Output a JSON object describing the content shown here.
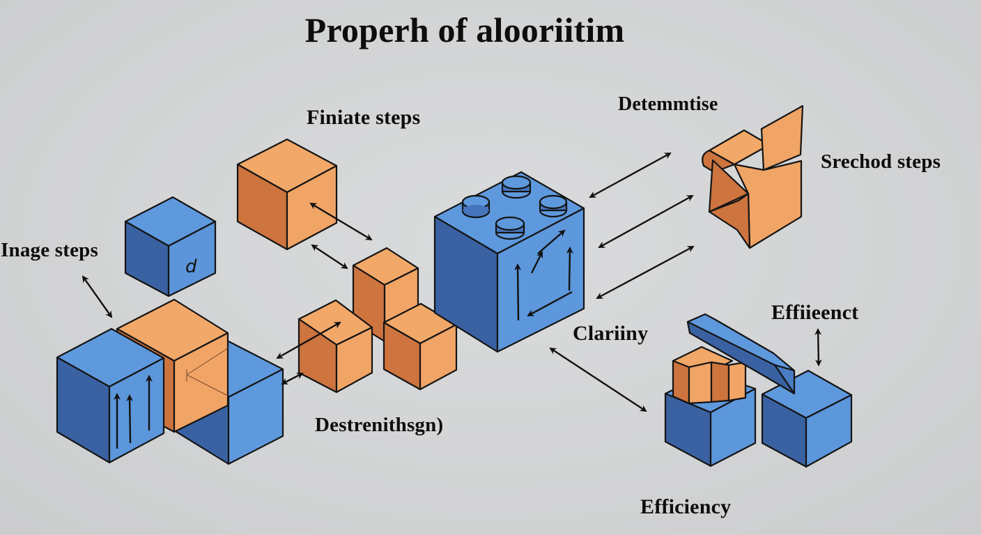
{
  "diagram": {
    "title": "Properh of alooriitim",
    "labels": {
      "finite_steps": "Finiate steps",
      "determinise": "Detemmtise",
      "srechod_steps": "Srechod steps",
      "inage_steps": "Inage steps",
      "clarity": "Clariiny",
      "effiieenct": "Effiieenct",
      "destrenithsgn": "Destrenithsgn)",
      "efficiency": "Efficiency"
    },
    "glyph_on_cube": "d",
    "colors": {
      "background": "#d3d4d5",
      "orange_light": "#f0a466",
      "orange_dark": "#cc733f",
      "blue_light": "#5d97dc",
      "blue_dark": "#3a62a2",
      "outline": "#141414",
      "text": "#0d0d0d"
    }
  }
}
